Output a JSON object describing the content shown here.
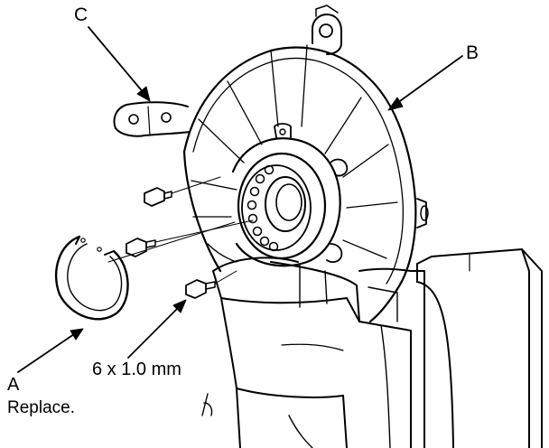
{
  "callouts": {
    "snap_ring": {
      "letter": "A",
      "note": "Replace."
    },
    "splash_shield": {
      "letter": "B"
    },
    "knuckle": {
      "letter": "C"
    },
    "bolt_spec": "6 x 1.0 mm"
  },
  "colors": {
    "line": "#000000",
    "background": "#ffffff"
  }
}
